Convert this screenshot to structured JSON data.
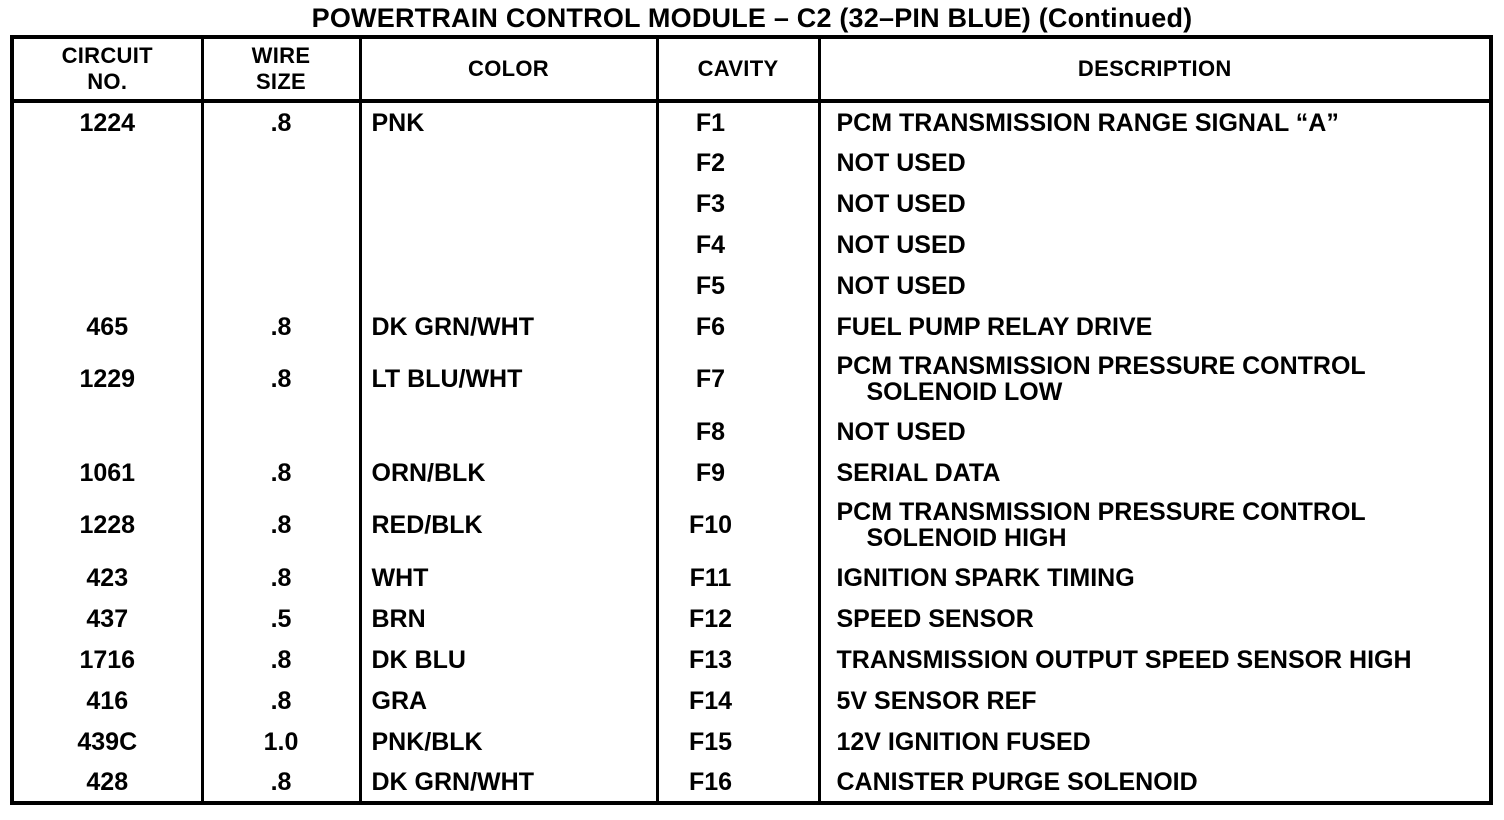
{
  "title": "POWERTRAIN CONTROL MODULE – C2 (32–PIN BLUE) (Continued)",
  "colors": {
    "ink": "#000000",
    "paper": "#ffffff"
  },
  "table": {
    "columns": [
      "CIRCUIT\nNO.",
      "WIRE\nSIZE",
      "COLOR",
      "CAVITY",
      "DESCRIPTION"
    ],
    "rows": [
      {
        "circuit_no": "1224",
        "wire_size": ".8",
        "color": "PNK",
        "cavity": "F1",
        "description": "PCM TRANSMISSION RANGE SIGNAL “A”"
      },
      {
        "circuit_no": "",
        "wire_size": "",
        "color": "",
        "cavity": "F2",
        "description": "NOT USED"
      },
      {
        "circuit_no": "",
        "wire_size": "",
        "color": "",
        "cavity": "F3",
        "description": "NOT USED"
      },
      {
        "circuit_no": "",
        "wire_size": "",
        "color": "",
        "cavity": "F4",
        "description": "NOT USED"
      },
      {
        "circuit_no": "",
        "wire_size": "",
        "color": "",
        "cavity": "F5",
        "description": "NOT USED"
      },
      {
        "circuit_no": "465",
        "wire_size": ".8",
        "color": "DK GRN/WHT",
        "cavity": "F6",
        "description": "FUEL PUMP RELAY DRIVE"
      },
      {
        "circuit_no": "1229",
        "wire_size": ".8",
        "color": "LT BLU/WHT",
        "cavity": "F7",
        "description": "PCM TRANSMISSION PRESSURE CONTROL",
        "description_line2": "SOLENOID LOW"
      },
      {
        "circuit_no": "",
        "wire_size": "",
        "color": "",
        "cavity": "F8",
        "description": "NOT USED"
      },
      {
        "circuit_no": "1061",
        "wire_size": ".8",
        "color": "ORN/BLK",
        "cavity": "F9",
        "description": "SERIAL DATA"
      },
      {
        "circuit_no": "1228",
        "wire_size": ".8",
        "color": "RED/BLK",
        "cavity": "F10",
        "description": "PCM TRANSMISSION PRESSURE CONTROL",
        "description_line2": "SOLENOID HIGH"
      },
      {
        "circuit_no": "423",
        "wire_size": ".8",
        "color": "WHT",
        "cavity": "F11",
        "description": "IGNITION SPARK TIMING"
      },
      {
        "circuit_no": "437",
        "wire_size": ".5",
        "color": "BRN",
        "cavity": "F12",
        "description": "SPEED SENSOR"
      },
      {
        "circuit_no": "1716",
        "wire_size": ".8",
        "color": "DK BLU",
        "cavity": "F13",
        "description": "TRANSMISSION OUTPUT SPEED SENSOR HIGH"
      },
      {
        "circuit_no": "416",
        "wire_size": ".8",
        "color": "GRA",
        "cavity": "F14",
        "description": "5V SENSOR REF"
      },
      {
        "circuit_no": "439C",
        "wire_size": "1.0",
        "color": "PNK/BLK",
        "cavity": "F15",
        "description": "12V IGNITION FUSED"
      },
      {
        "circuit_no": "428",
        "wire_size": ".8",
        "color": "DK GRN/WHT",
        "cavity": "F16",
        "description": "CANISTER PURGE SOLENOID"
      }
    ]
  }
}
